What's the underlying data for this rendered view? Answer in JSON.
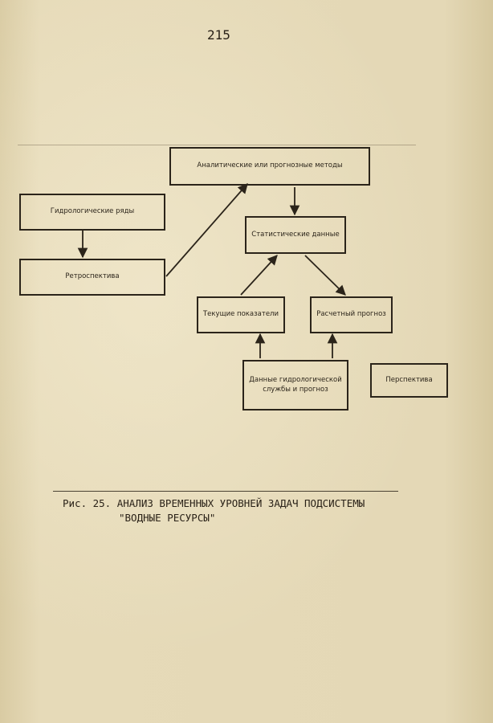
{
  "page_number": "215",
  "diagram": {
    "boxes": {
      "analytic": "Аналитические или прогнозные методы",
      "hydro_series": "Гидрологические ряды",
      "retrospective": "Ретроспектива",
      "statistics": "Статистические данные",
      "current": "Текущие показатели",
      "forecast": "Расчетный прогноз",
      "service_data": "Данные гидрологической службы и прогноз",
      "perspective": "Перспектива"
    }
  },
  "caption": {
    "line1": "Рис. 25. АНАЛИЗ ВРЕМЕННЫХ УРОВНЕЙ ЗАДАЧ ПОДСИСТЕМЫ",
    "line2": "\"ВОДНЫЕ РЕСУРСЫ\""
  }
}
